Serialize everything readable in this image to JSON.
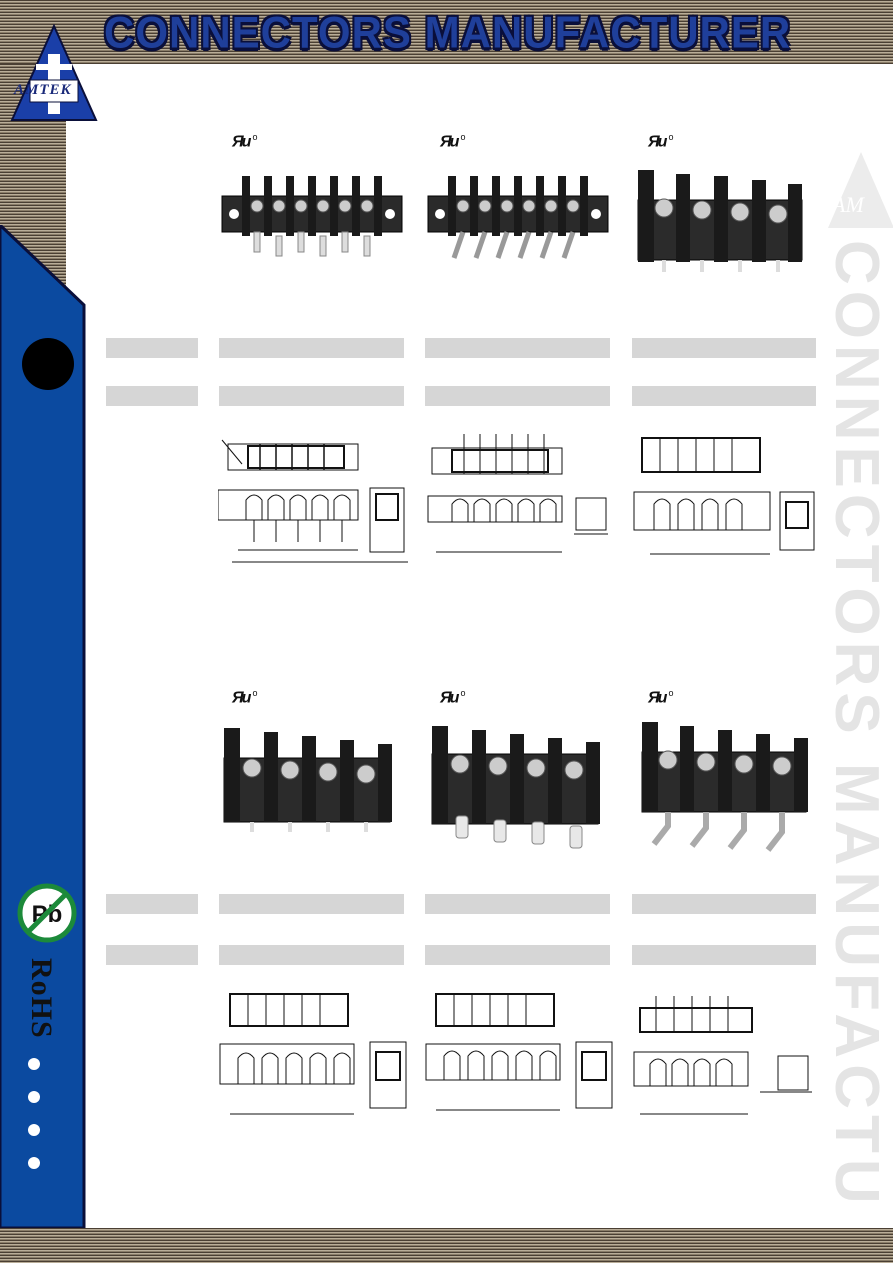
{
  "header": {
    "title": "CONNECTORS MANUFACTURER",
    "logo_text": "AMTEK",
    "colors": {
      "title_fill": "#1f3f9a",
      "title_outline": "#0a0f3a",
      "sidebar": "#0b4aa0",
      "stripe_dark": "#4a3f33",
      "stripe_light": "#b9ad98"
    }
  },
  "sidebar": {
    "badge_text": "Pb",
    "rohs_text": "RoHS",
    "bullet_count": 4
  },
  "watermark": {
    "text": "CONNECTORS MANUFACTURE",
    "logo_text": "AM"
  },
  "products": [
    {
      "ul_mark": "Яu",
      "icon": "barrier-terminal-6pos-flanged-straight"
    },
    {
      "ul_mark": "Яu",
      "icon": "barrier-terminal-6pos-flanged-angled"
    },
    {
      "ul_mark": "Яu",
      "icon": "barrier-terminal-4pos-high-wall"
    },
    {
      "ul_mark": "Яu",
      "icon": "barrier-terminal-4pos-high-wall"
    },
    {
      "ul_mark": "Яu",
      "icon": "barrier-terminal-4pos-tab-pins"
    },
    {
      "ul_mark": "Яu",
      "icon": "barrier-terminal-4pos-right-angle"
    }
  ]
}
